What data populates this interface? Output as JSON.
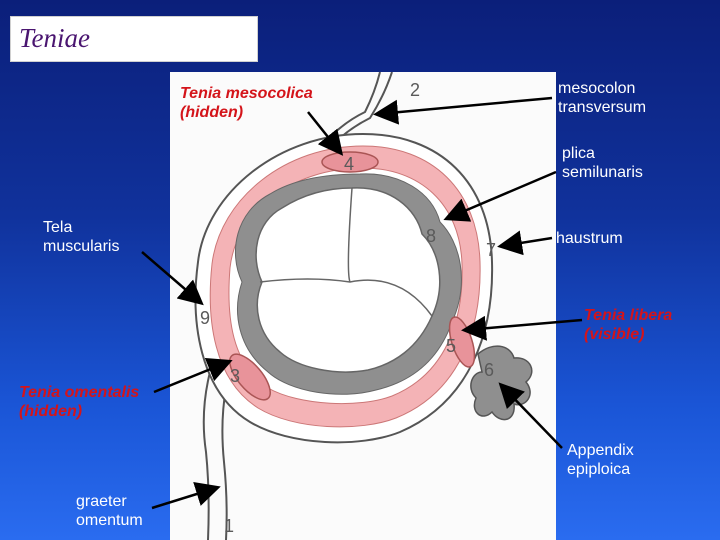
{
  "slide": {
    "title": "Teniae"
  },
  "labels": {
    "tenia_mesocolica": [
      "Tenia mesocolica",
      "(hidden)"
    ],
    "mesocolon": [
      "mesocolon",
      "transversum"
    ],
    "plica": [
      "plica",
      "semilunaris"
    ],
    "tela": [
      "Tela",
      "muscularis"
    ],
    "haustrum": [
      "haustrum"
    ],
    "tenia_libera": [
      "Tenia libera",
      "(visible)"
    ],
    "tenia_omentalis": [
      "Tenia omentalis",
      "(hidden)"
    ],
    "appendix": [
      "Appendix",
      "epiploica"
    ],
    "greater_omentum": [
      "graeter",
      "omentum"
    ]
  },
  "diagram_numbers": {
    "n1": "1",
    "n2": "2",
    "n3": "3",
    "n4": "4",
    "n5": "5",
    "n6": "6",
    "n7": "7",
    "n8": "8",
    "n9": "9"
  },
  "colors": {
    "background_top": "#0b1f7a",
    "background_bottom": "#2a6cf0",
    "title_text": "#4a1570",
    "label_white": "#ffffff",
    "label_red": "#d4141a",
    "muscle_pink": "#f2a2a6",
    "muscle_band": "#e8939a",
    "mucosa_gray": "#9a9a9a",
    "arrow": "#000000"
  }
}
